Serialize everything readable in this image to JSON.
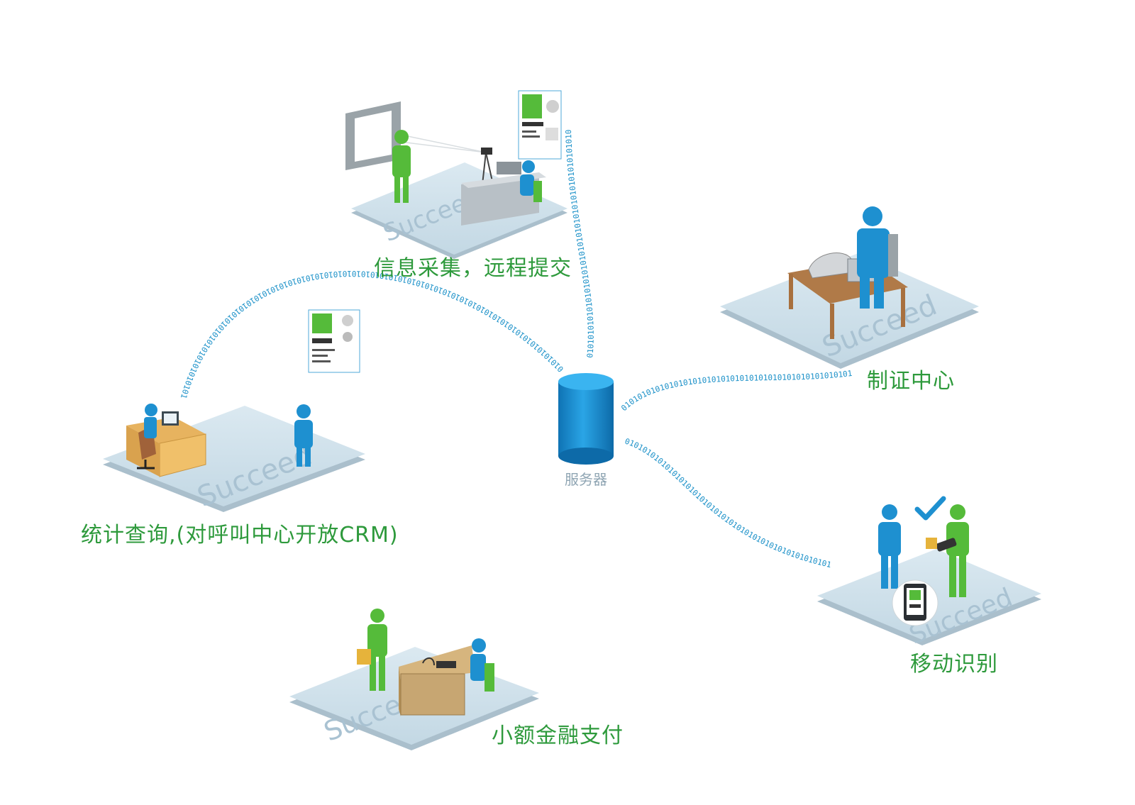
{
  "colors": {
    "label_green": "#2e9a3c",
    "server_label": "#8fa5b3",
    "platform": "#cde0ea",
    "platform_edge": "#aabfcc",
    "person_blue": "#1e90d0",
    "person_green": "#55bb3a",
    "server_blue": "#1a8fd3",
    "binary_stream": "#1a90c8",
    "desk_tan": "#c7a672",
    "desk_brown": "#a8703e",
    "desk_grey": "#cfd4d8"
  },
  "watermark": "Succeed",
  "binary_pattern": "0101010101010101010101010101010101010101010101010101010101010101010101010101010101010101010101010101010101010101",
  "server": {
    "label": "服务器",
    "icon": "database-cylinder-icon"
  },
  "nodes": [
    {
      "id": "info-collection",
      "label": "信息采集，远程提交",
      "icon": "camera-capture-station-icon"
    },
    {
      "id": "card-center",
      "label": "制证中心",
      "icon": "card-printer-desk-icon"
    },
    {
      "id": "statistics",
      "label": "统计查询,(对呼叫中心开放CRM)",
      "icon": "office-desk-computer-icon"
    },
    {
      "id": "mobile-id",
      "label": "移动识别",
      "icon": "handheld-scanner-icon"
    },
    {
      "id": "micro-finance",
      "label": "小额金融支付",
      "icon": "payment-counter-icon"
    }
  ]
}
